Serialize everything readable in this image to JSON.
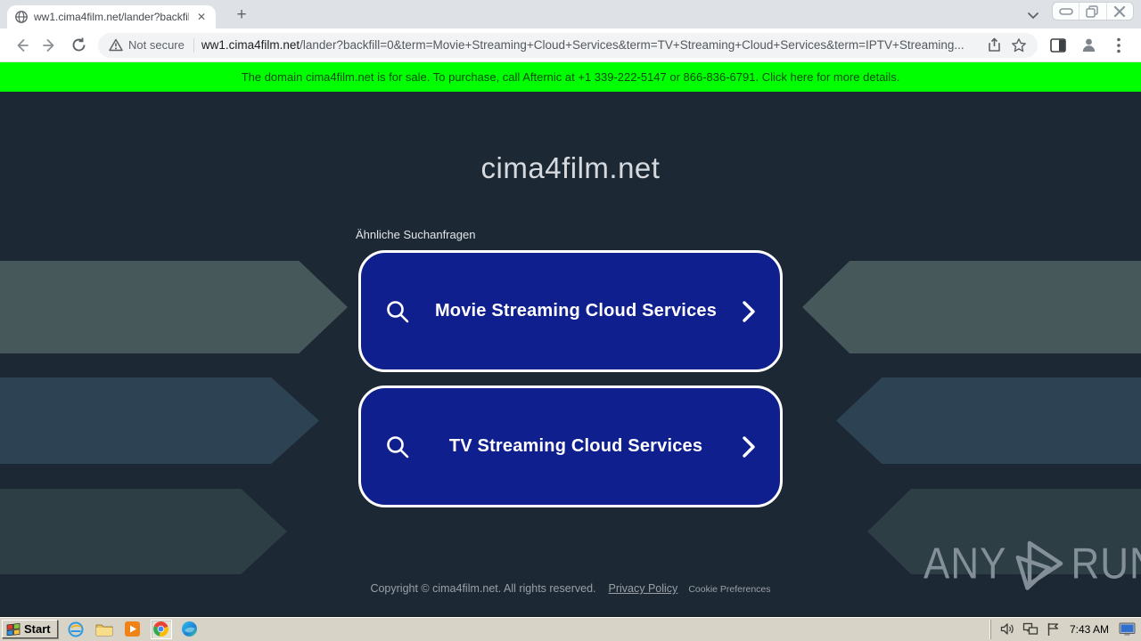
{
  "browser": {
    "tab_title": "ww1.cima4film.net/lander?backfill=0",
    "security_label": "Not secure",
    "url_domain": "ww1.cima4film.net",
    "url_path": "/lander?backfill=0&term=Movie+Streaming+Cloud+Services&term=TV+Streaming+Cloud+Services&term=IPTV+Streaming..."
  },
  "sale_banner": {
    "text": "The domain cima4film.net is for sale. To purchase, call Afternic at +1 339-222-5147 or 866-836-6791. Click here for more details.",
    "background": "#00ff00"
  },
  "page": {
    "title": "cima4film.net",
    "related_searches_label": "Ähnliche Suchanfragen",
    "search_buttons": [
      {
        "label": "Movie Streaming Cloud Services"
      },
      {
        "label": "TV Streaming Cloud Services"
      }
    ],
    "footer": {
      "copyright": "Copyright © cima4film.net.  All rights reserved.",
      "privacy_policy": "Privacy Policy",
      "cookie_preferences": "Cookie Preferences"
    },
    "watermark": {
      "left": "ANY",
      "right": "RUN"
    },
    "colors": {
      "background": "#1c2834",
      "button_blue": "#101f8e",
      "banner_green": "#00ff00"
    }
  },
  "taskbar": {
    "start_label": "Start",
    "clock": "7:43 AM"
  }
}
